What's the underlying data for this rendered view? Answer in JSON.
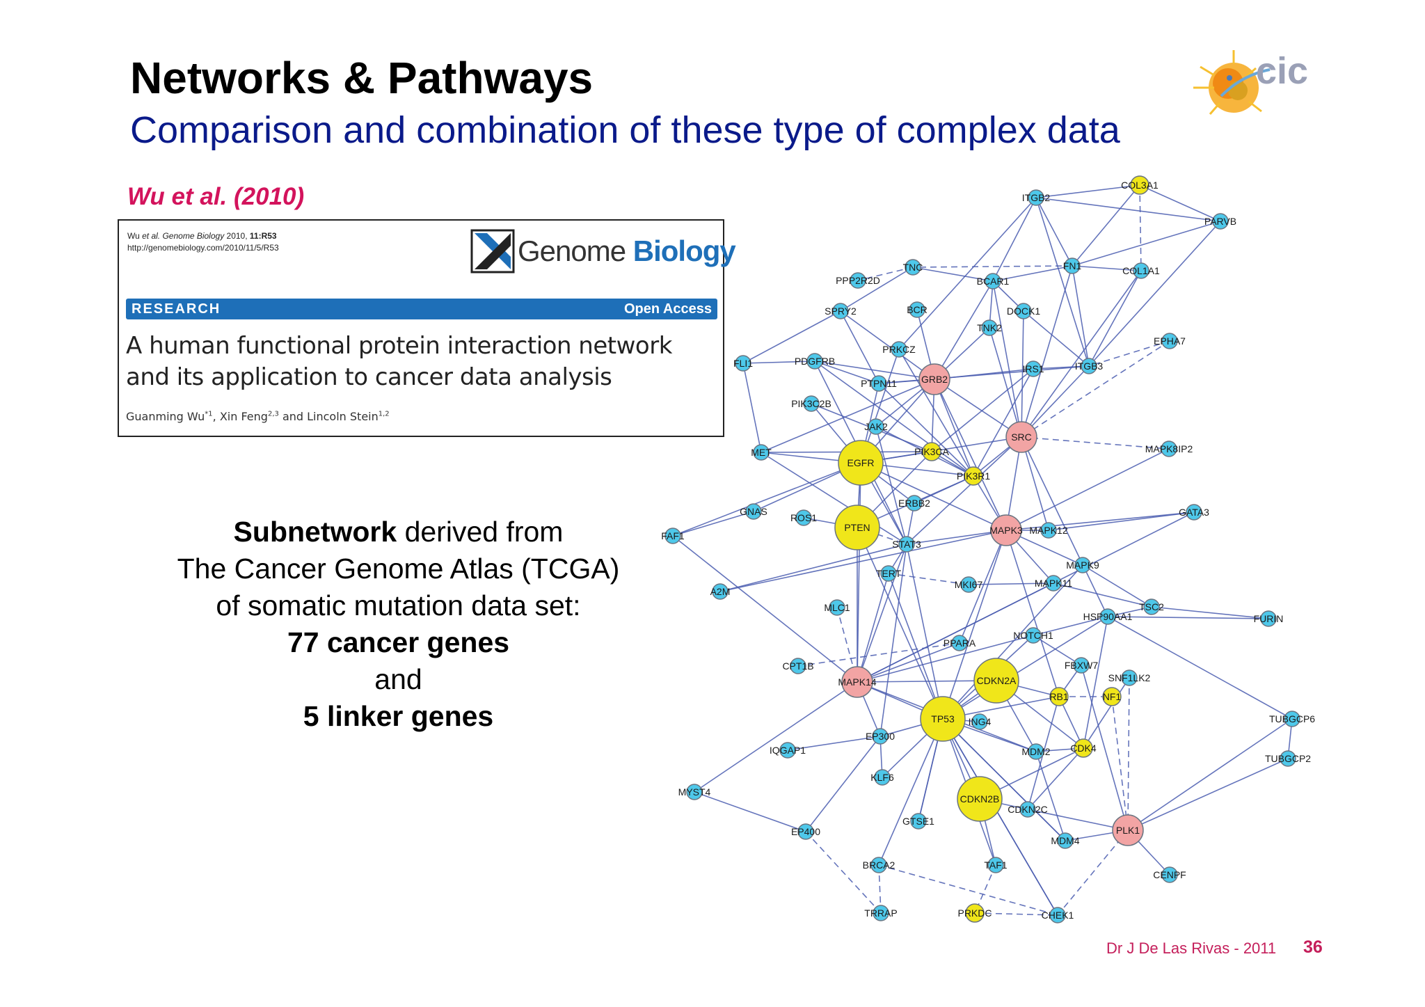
{
  "slide": {
    "title": "Networks & Pathways",
    "subtitle": "Comparison and combination of these type of complex data",
    "citation": "Wu et al. (2010)",
    "logo_text": "cic",
    "footer_author": "Dr J De Las Rivas - 2011",
    "page_number": "36"
  },
  "paper": {
    "meta_journal_line_author": "Wu ",
    "meta_journal_line_etal": "et al. Genome Biology",
    "meta_journal_line_year": " 2010, ",
    "meta_journal_line_vol": "11:R53",
    "meta_url": "http://genomebiology.com/2010/11/5/R53",
    "journal_name_1": "Genome",
    "journal_name_2": "Biology",
    "section_label": "RESEARCH",
    "access_label": "Open Access",
    "title_line_1": "A human functional protein interaction network",
    "title_line_2": "and its application to cancer data analysis",
    "author_1": "Guanming Wu",
    "author_1_sup": "*1",
    "author_2": ", Xin Feng",
    "author_2_sup": "2,3",
    "author_3": " and Lincoln Stein",
    "author_3_sup": "1,2"
  },
  "description": {
    "line1_bold": "Subnetwork",
    "line1_rest": " derived from",
    "line2": "The Cancer Genome Atlas (TCGA)",
    "line3": "of somatic mutation data set:",
    "line4": "77 cancer genes",
    "line5": "and",
    "line6": "5 linker genes"
  },
  "colors": {
    "title": "#000000",
    "subtitle": "#0a1a8a",
    "citation": "#d3135c",
    "footer": "#c41e5a",
    "journal_blue": "#1e6fb8",
    "node_gene": "#4ec8ea",
    "node_cancer": "#f0e61a",
    "node_linker": "#f2a4a4",
    "edge": "#4a5cb0"
  },
  "network": {
    "nodes": [
      {
        "id": "COL3A1",
        "label": "COL3A1",
        "type": "y"
      },
      {
        "id": "ITGB2",
        "label": "ITGB2",
        "type": "b"
      },
      {
        "id": "PARVB",
        "label": "PARVB",
        "type": "b"
      },
      {
        "id": "TNC",
        "label": "TNC",
        "type": "b"
      },
      {
        "id": "FN1",
        "label": "FN1",
        "type": "b"
      },
      {
        "id": "COL1A1",
        "label": "COL1A1",
        "type": "b"
      },
      {
        "id": "PPP2R2D",
        "label": "PPP2R2D",
        "type": "b"
      },
      {
        "id": "BCAR1",
        "label": "BCAR1",
        "type": "b"
      },
      {
        "id": "SPRY2",
        "label": "SPRY2",
        "type": "b"
      },
      {
        "id": "BCR",
        "label": "BCR",
        "type": "b"
      },
      {
        "id": "DOCK1",
        "label": "DOCK1",
        "type": "b"
      },
      {
        "id": "TNK2",
        "label": "TNK2",
        "type": "b"
      },
      {
        "id": "EPHA7",
        "label": "EPHA7",
        "type": "b"
      },
      {
        "id": "PRKCZ",
        "label": "PRKCZ",
        "type": "b"
      },
      {
        "id": "FLI1",
        "label": "FLI1",
        "type": "b"
      },
      {
        "id": "PDGFRB",
        "label": "PDGFRB",
        "type": "b"
      },
      {
        "id": "PTPN11",
        "label": "PTPN11",
        "type": "b"
      },
      {
        "id": "GRB2",
        "label": "GRB2",
        "type": "p"
      },
      {
        "id": "IRS1",
        "label": "IRS1",
        "type": "b"
      },
      {
        "id": "ITGB3",
        "label": "ITGB3",
        "type": "b"
      },
      {
        "id": "PIK3C2B",
        "label": "PIK3C2B",
        "type": "b"
      },
      {
        "id": "JAK2",
        "label": "JAK2",
        "type": "b"
      },
      {
        "id": "SRC",
        "label": "SRC",
        "type": "p"
      },
      {
        "id": "MET",
        "label": "MET",
        "type": "b"
      },
      {
        "id": "EGFR",
        "label": "EGFR",
        "type": "Y"
      },
      {
        "id": "PIK3CA",
        "label": "PIK3CA",
        "type": "y"
      },
      {
        "id": "PIK3R1",
        "label": "PIK3R1",
        "type": "y"
      },
      {
        "id": "MAPK8IP2",
        "label": "MAPK8IP2",
        "type": "b"
      },
      {
        "id": "ERBB2",
        "label": "ERBB2",
        "type": "b"
      },
      {
        "id": "GNAS",
        "label": "GNAS",
        "type": "b"
      },
      {
        "id": "ROS1",
        "label": "ROS1",
        "type": "b"
      },
      {
        "id": "PTEN",
        "label": "PTEN",
        "type": "Y"
      },
      {
        "id": "MAPK3",
        "label": "MAPK3",
        "type": "p"
      },
      {
        "id": "MAPK12",
        "label": "MAPK12",
        "type": "b"
      },
      {
        "id": "GATA3",
        "label": "GATA3",
        "type": "b"
      },
      {
        "id": "FAF1",
        "label": "FAF1",
        "type": "b"
      },
      {
        "id": "STAT3",
        "label": "STAT3",
        "type": "b"
      },
      {
        "id": "TERT",
        "label": "TERT",
        "type": "b"
      },
      {
        "id": "MAPK9",
        "label": "MAPK9",
        "type": "b"
      },
      {
        "id": "A2M",
        "label": "A2M",
        "type": "b"
      },
      {
        "id": "MKI67",
        "label": "MKI67",
        "type": "b"
      },
      {
        "id": "MAPK11",
        "label": "MAPK11",
        "type": "b"
      },
      {
        "id": "TSC2",
        "label": "TSC2",
        "type": "b"
      },
      {
        "id": "MLC1",
        "label": "MLC1",
        "type": "b"
      },
      {
        "id": "HSP90AA1",
        "label": "HSP90AA1",
        "type": "b"
      },
      {
        "id": "FURIN",
        "label": "FURIN",
        "type": "b"
      },
      {
        "id": "NOTCH1",
        "label": "NOTCH1",
        "type": "b"
      },
      {
        "id": "PPARA",
        "label": "PPARA",
        "type": "b"
      },
      {
        "id": "CPT1B",
        "label": "CPT1B",
        "type": "b"
      },
      {
        "id": "FBXW7",
        "label": "FBXW7",
        "type": "b"
      },
      {
        "id": "SNF1LK2",
        "label": "SNF1LK2",
        "type": "b"
      },
      {
        "id": "MAPK14",
        "label": "MAPK14",
        "type": "p"
      },
      {
        "id": "CDKN2A",
        "label": "CDKN2A",
        "type": "Y"
      },
      {
        "id": "RB1",
        "label": "RB1",
        "type": "y"
      },
      {
        "id": "NF1",
        "label": "NF1",
        "type": "y"
      },
      {
        "id": "TUBGCP6",
        "label": "TUBGCP6",
        "type": "b"
      },
      {
        "id": "TP53",
        "label": "TP53",
        "type": "Y"
      },
      {
        "id": "ING4",
        "label": "ING4",
        "type": "b"
      },
      {
        "id": "EP300",
        "label": "EP300",
        "type": "b"
      },
      {
        "id": "IQGAP1",
        "label": "IQGAP1",
        "type": "b"
      },
      {
        "id": "MDM2",
        "label": "MDM2",
        "type": "b"
      },
      {
        "id": "CDK4",
        "label": "CDK4",
        "type": "y"
      },
      {
        "id": "TUBGCP2",
        "label": "TUBGCP2",
        "type": "b"
      },
      {
        "id": "KLF6",
        "label": "KLF6",
        "type": "b"
      },
      {
        "id": "MYST4",
        "label": "MYST4",
        "type": "b"
      },
      {
        "id": "CDKN2B",
        "label": "CDKN2B",
        "type": "Y"
      },
      {
        "id": "CDKN2C",
        "label": "CDKN2C",
        "type": "b"
      },
      {
        "id": "GTSE1",
        "label": "GTSE1",
        "type": "b"
      },
      {
        "id": "EP400",
        "label": "EP400",
        "type": "b"
      },
      {
        "id": "PLK1",
        "label": "PLK1",
        "type": "p"
      },
      {
        "id": "MDM4",
        "label": "MDM4",
        "type": "b"
      },
      {
        "id": "BRCA2",
        "label": "BRCA2",
        "type": "b"
      },
      {
        "id": "TAF1",
        "label": "TAF1",
        "type": "b"
      },
      {
        "id": "CENPF",
        "label": "CENPF",
        "type": "b"
      },
      {
        "id": "TRRAP",
        "label": "TRRAP",
        "type": "b"
      },
      {
        "id": "PRKDC",
        "label": "PRKDC",
        "type": "y"
      },
      {
        "id": "CHEK1",
        "label": "CHEK1",
        "type": "b"
      }
    ],
    "edges": [
      [
        "ITGB2",
        "COL3A1",
        0
      ],
      [
        "ITGB2",
        "PARVB",
        0
      ],
      [
        "COL3A1",
        "PARVB",
        0
      ],
      [
        "COL3A1",
        "FN1",
        0
      ],
      [
        "COL3A1",
        "COL1A1",
        1
      ],
      [
        "ITGB2",
        "FN1",
        0
      ],
      [
        "ITGB2",
        "BCAR1",
        0
      ],
      [
        "ITGB2",
        "ITGB3",
        0
      ],
      [
        "ITGB2",
        "PRKCZ",
        0
      ],
      [
        "FN1",
        "PARVB",
        0
      ],
      [
        "FN1",
        "COL1A1",
        0
      ],
      [
        "FN1",
        "ITGB3",
        0
      ],
      [
        "FN1",
        "TNC",
        1
      ],
      [
        "FN1",
        "BCAR1",
        0
      ],
      [
        "FN1",
        "SRC",
        0
      ],
      [
        "COL1A1",
        "ITGB3",
        0
      ],
      [
        "PARVB",
        "ITGB3",
        0
      ],
      [
        "TNC",
        "BCAR1",
        0
      ],
      [
        "TNC",
        "SPRY2",
        0
      ],
      [
        "TNC",
        "PPP2R2D",
        1
      ],
      [
        "BCAR1",
        "DOCK1",
        0
      ],
      [
        "BCAR1",
        "GRB2",
        0
      ],
      [
        "BCAR1",
        "SRC",
        0
      ],
      [
        "BCAR1",
        "TNK2",
        0
      ],
      [
        "BCR",
        "GRB2",
        0
      ],
      [
        "DOCK1",
        "ITGB3",
        0
      ],
      [
        "DOCK1",
        "SRC",
        0
      ],
      [
        "TNK2",
        "SRC",
        0
      ],
      [
        "TNK2",
        "GRB2",
        0
      ],
      [
        "EPHA7",
        "ITGB3",
        1
      ],
      [
        "ITGB3",
        "SRC",
        0
      ],
      [
        "ITGB3",
        "IRS1",
        0
      ],
      [
        "IRS1",
        "GRB2",
        0
      ],
      [
        "IRS1",
        "PIK3R1",
        0
      ],
      [
        "IRS1",
        "PIK3CA",
        0
      ],
      [
        "FLI1",
        "SPRY2",
        0
      ],
      [
        "FLI1",
        "PDGFRB",
        0
      ],
      [
        "FLI1",
        "MET",
        0
      ],
      [
        "SPRY2",
        "GRB2",
        0
      ],
      [
        "SPRY2",
        "PTPN11",
        0
      ],
      [
        "PDGFRB",
        "GRB2",
        0
      ],
      [
        "PDGFRB",
        "PIK3R1",
        0
      ],
      [
        "PDGFRB",
        "PTPN11",
        0
      ],
      [
        "PDGFRB",
        "STAT3",
        0
      ],
      [
        "PRKCZ",
        "EGFR",
        0
      ],
      [
        "PRKCZ",
        "PIK3R1",
        0
      ],
      [
        "PTPN11",
        "GRB2",
        0
      ],
      [
        "PTPN11",
        "EGFR",
        0
      ],
      [
        "PTPN11",
        "PIK3R1",
        0
      ],
      [
        "PIK3C2B",
        "EGFR",
        0
      ],
      [
        "PIK3C2B",
        "PIK3CA",
        0
      ],
      [
        "JAK2",
        "STAT3",
        0
      ],
      [
        "JAK2",
        "PIK3R1",
        0
      ],
      [
        "JAK2",
        "GRB2",
        0
      ],
      [
        "MET",
        "EGFR",
        0
      ],
      [
        "MET",
        "PIK3CA",
        0
      ],
      [
        "MET",
        "STAT3",
        0
      ],
      [
        "MET",
        "GRB2",
        0
      ],
      [
        "EGFR",
        "GRB2",
        0
      ],
      [
        "EGFR",
        "PIK3CA",
        0
      ],
      [
        "EGFR",
        "PIK3R1",
        0
      ],
      [
        "EGFR",
        "SRC",
        0
      ],
      [
        "EGFR",
        "STAT3",
        0
      ],
      [
        "EGFR",
        "ERBB2",
        0
      ],
      [
        "EGFR",
        "PTEN",
        0
      ],
      [
        "EGFR",
        "MAPK3",
        0
      ],
      [
        "EGFR",
        "MAPK14",
        0
      ],
      [
        "GRB2",
        "SRC",
        0
      ],
      [
        "GRB2",
        "PIK3R1",
        0
      ],
      [
        "GRB2",
        "MAPK3",
        0
      ],
      [
        "GRB2",
        "PIK3CA",
        0
      ],
      [
        "SRC",
        "PIK3R1",
        0
      ],
      [
        "SRC",
        "MAPK3",
        0
      ],
      [
        "SRC",
        "STAT3",
        0
      ],
      [
        "SRC",
        "MAPK8IP2",
        1
      ],
      [
        "SRC",
        "MAPK12",
        0
      ],
      [
        "SRC",
        "HSP90AA1",
        0
      ],
      [
        "PIK3CA",
        "PIK3R1",
        0
      ],
      [
        "PIK3CA",
        "PTEN",
        0
      ],
      [
        "PIK3R1",
        "PTEN",
        0
      ],
      [
        "PIK3R1",
        "MAPK3",
        0
      ],
      [
        "PIK3R1",
        "ERBB2",
        0
      ],
      [
        "ERBB2",
        "STAT3",
        0
      ],
      [
        "PTEN",
        "STAT3",
        1
      ],
      [
        "PTEN",
        "TP53",
        0
      ],
      [
        "PTEN",
        "MAPK14",
        0
      ],
      [
        "GNAS",
        "EGFR",
        0
      ],
      [
        "GNAS",
        "FAF1",
        0
      ],
      [
        "ROS1",
        "PTEN",
        0
      ],
      [
        "MAPK3",
        "MAPK12",
        0
      ],
      [
        "MAPK3",
        "MAPK9",
        0
      ],
      [
        "MAPK3",
        "MAPK11",
        0
      ],
      [
        "MAPK3",
        "STAT3",
        0
      ],
      [
        "MAPK3",
        "TP53",
        0
      ],
      [
        "MAPK3",
        "RB1",
        0
      ],
      [
        "MAPK3",
        "GATA3",
        0
      ],
      [
        "MAPK12",
        "GATA3",
        0
      ],
      [
        "FAF1",
        "MAPK14",
        0
      ],
      [
        "FAF1",
        "EGFR",
        0
      ],
      [
        "STAT3",
        "TERT",
        0
      ],
      [
        "STAT3",
        "MAPK14",
        0
      ],
      [
        "STAT3",
        "TP53",
        0
      ],
      [
        "STAT3",
        "EP300",
        0
      ],
      [
        "TERT",
        "TP53",
        0
      ],
      [
        "TERT",
        "MKI67",
        1
      ],
      [
        "A2M",
        "MAPK3",
        0
      ],
      [
        "A2M",
        "STAT3",
        0
      ],
      [
        "MKI67",
        "MAPK11",
        0
      ],
      [
        "MAPK9",
        "TSC2",
        0
      ],
      [
        "MAPK9",
        "TP53",
        0
      ],
      [
        "MAPK11",
        "TSC2",
        0
      ],
      [
        "MAPK11",
        "MAPK14",
        0
      ],
      [
        "HSP90AA1",
        "TSC2",
        0
      ],
      [
        "HSP90AA1",
        "FURIN",
        0
      ],
      [
        "HSP90AA1",
        "NOTCH1",
        0
      ],
      [
        "HSP90AA1",
        "TP53",
        0
      ],
      [
        "HSP90AA1",
        "CDK4",
        0
      ],
      [
        "HSP90AA1",
        "TUBGCP6",
        0
      ],
      [
        "MLC1",
        "MAPK14",
        1
      ],
      [
        "NOTCH1",
        "TP53",
        0
      ],
      [
        "NOTCH1",
        "MAPK14",
        0
      ],
      [
        "NOTCH1",
        "FBXW7",
        0
      ],
      [
        "PPARA",
        "MAPK14",
        0
      ],
      [
        "PPARA",
        "MAPK3",
        0
      ],
      [
        "CPT1B",
        "PPARA",
        1
      ],
      [
        "FBXW7",
        "RB1",
        0
      ],
      [
        "FBXW7",
        "PLK1",
        0
      ],
      [
        "SNF1LK2",
        "PLK1",
        1
      ],
      [
        "SNF1LK2",
        "CDK4",
        0
      ],
      [
        "MAPK14",
        "TP53",
        0
      ],
      [
        "MAPK14",
        "CDKN2A",
        0
      ],
      [
        "MAPK14",
        "EP300",
        0
      ],
      [
        "MAPK14",
        "MDM2",
        0
      ],
      [
        "CDKN2A",
        "TP53",
        0
      ],
      [
        "CDKN2A",
        "RB1",
        0
      ],
      [
        "CDKN2A",
        "MDM2",
        0
      ],
      [
        "CDKN2A",
        "CDK4",
        0
      ],
      [
        "RB1",
        "NF1",
        1
      ],
      [
        "RB1",
        "CDK4",
        0
      ],
      [
        "RB1",
        "TP53",
        0
      ],
      [
        "RB1",
        "CDKN2C",
        0
      ],
      [
        "NF1",
        "PLK1",
        1
      ],
      [
        "TUBGCP6",
        "PLK1",
        0
      ],
      [
        "TUBGCP6",
        "TUBGCP2",
        0
      ],
      [
        "TUBGCP2",
        "PLK1",
        0
      ],
      [
        "TP53",
        "ING4",
        0
      ],
      [
        "TP53",
        "EP300",
        0
      ],
      [
        "TP53",
        "MDM2",
        0
      ],
      [
        "TP53",
        "CDKN2B",
        0
      ],
      [
        "TP53",
        "KLF6",
        0
      ],
      [
        "TP53",
        "GTSE1",
        0
      ],
      [
        "TP53",
        "BRCA2",
        0
      ],
      [
        "TP53",
        "TAF1",
        0
      ],
      [
        "TP53",
        "CHEK1",
        0
      ],
      [
        "TP53",
        "MDM4",
        0
      ],
      [
        "EP300",
        "IQGAP1",
        0
      ],
      [
        "EP300",
        "KLF6",
        0
      ],
      [
        "EP300",
        "EP400",
        0
      ],
      [
        "MDM2",
        "CDK4",
        0
      ],
      [
        "MDM2",
        "MDM4",
        0
      ],
      [
        "CDK4",
        "CDKN2B",
        0
      ],
      [
        "CDK4",
        "CDKN2C",
        0
      ],
      [
        "CDKN2B",
        "CDKN2C",
        0
      ],
      [
        "CDKN2B",
        "TAF1",
        0
      ],
      [
        "MYST4",
        "EP400",
        0
      ],
      [
        "MYST4",
        "MAPK14",
        0
      ],
      [
        "PLK1",
        "MDM4",
        0
      ],
      [
        "PLK1",
        "CENPF",
        0
      ],
      [
        "PLK1",
        "CHEK1",
        1
      ],
      [
        "PLK1",
        "CDKN2C",
        0
      ],
      [
        "BRCA2",
        "CHEK1",
        1
      ],
      [
        "BRCA2",
        "TRRAP",
        1
      ],
      [
        "TAF1",
        "PRKDC",
        1
      ],
      [
        "PRKDC",
        "CHEK1",
        1
      ],
      [
        "TRRAP",
        "EP400",
        1
      ],
      [
        "GTSE1",
        "TP53",
        0
      ],
      [
        "CHEK1",
        "TP53",
        0
      ],
      [
        "MDM4",
        "TP53",
        0
      ],
      [
        "EPHA7",
        "SRC",
        1
      ],
      [
        "MAPK8IP2",
        "MAPK3",
        0
      ],
      [
        "GATA3",
        "MAPK14",
        0
      ],
      [
        "FURIN",
        "TSC2",
        0
      ],
      [
        "TERT",
        "MAPK14",
        0
      ],
      [
        "ITGB3",
        "PTPN11",
        0
      ],
      [
        "COL1A1",
        "SRC",
        0
      ]
    ]
  }
}
